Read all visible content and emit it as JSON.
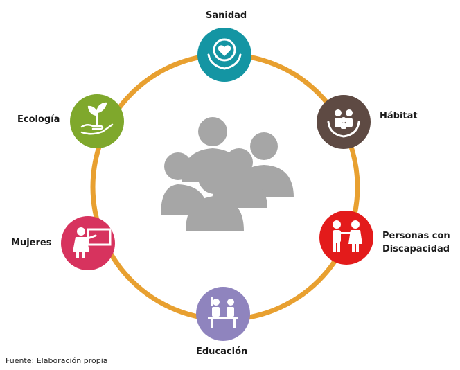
{
  "diagram": {
    "ring_color": "#E8A030",
    "people_color": "#A6A6A6",
    "nodes": [
      {
        "id": "sanidad",
        "label_lines": [
          "Sanidad"
        ],
        "color": "#1495A3",
        "icon": "heart-hands-icon"
      },
      {
        "id": "habitat",
        "label_lines": [
          "Hábitat"
        ],
        "color": "#5E4A43",
        "icon": "family-hands-icon"
      },
      {
        "id": "discapacidad",
        "label_lines": [
          "Personas con",
          "Discapacidad"
        ],
        "color": "#E31B1B",
        "icon": "children-icon"
      },
      {
        "id": "educacion",
        "label_lines": [
          "Educación"
        ],
        "color": "#8F84BE",
        "icon": "classroom-icon"
      },
      {
        "id": "mujeres",
        "label_lines": [
          "Mujeres"
        ],
        "color": "#D7335E",
        "icon": "teacher-woman-icon"
      },
      {
        "id": "ecologia",
        "label_lines": [
          "Ecología"
        ],
        "color": "#7FA82C",
        "icon": "plant-hand-icon"
      }
    ]
  },
  "source_note": "Fuente: Elaboración propia"
}
